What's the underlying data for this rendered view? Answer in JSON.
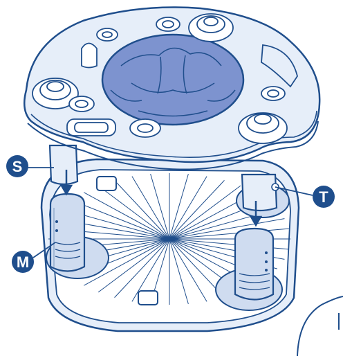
{
  "diagram": {
    "colors": {
      "outline": "#1f4e8c",
      "light_fill": "#e6eef9",
      "mid_fill": "#cfdcf0",
      "seat_fill": "#7d93cf",
      "callout_fill": "#1f4e8c",
      "callout_text": "#ffffff",
      "background": "#ffffff"
    },
    "callouts": [
      {
        "id": "S",
        "label": "S"
      },
      {
        "id": "T",
        "label": "T"
      },
      {
        "id": "M",
        "label": "M"
      }
    ]
  }
}
